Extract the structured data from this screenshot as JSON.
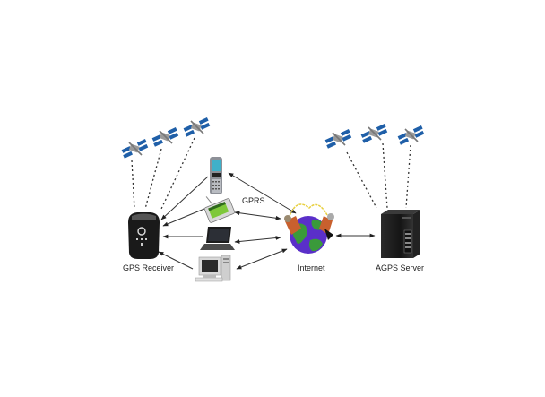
{
  "diagram": {
    "title": "",
    "nodes": {
      "gps_receiver": {
        "label": "GPS Receiver",
        "icon": "gps-receiver-device"
      },
      "agps_server": {
        "label": "AGPS Server",
        "icon": "tower-server"
      },
      "internet": {
        "label": "Internet",
        "icon": "globe-with-people"
      },
      "mobile_phone": {
        "label": "",
        "icon": "mobile-phone"
      },
      "pda": {
        "label": "",
        "icon": "pda-handheld"
      },
      "laptop": {
        "label": "",
        "icon": "laptop"
      },
      "desktop": {
        "label": "",
        "icon": "desktop-computer"
      },
      "satellites_left": {
        "count": 3,
        "icon": "satellite"
      },
      "satellites_right": {
        "count": 3,
        "icon": "satellite"
      }
    },
    "link_labels": {
      "gprs": "GPRS"
    },
    "edges": [
      {
        "from": "satellites_left",
        "to": "gps_receiver",
        "style": "dotted",
        "count": 3
      },
      {
        "from": "satellites_right",
        "to": "agps_server",
        "style": "dotted",
        "count": 3
      },
      {
        "from": "mobile_phone",
        "to": "gps_receiver",
        "style": "solid-arrow"
      },
      {
        "from": "pda",
        "to": "gps_receiver",
        "style": "solid-arrow"
      },
      {
        "from": "laptop",
        "to": "gps_receiver",
        "style": "solid-arrow"
      },
      {
        "from": "desktop",
        "to": "gps_receiver",
        "style": "solid-arrow"
      },
      {
        "from": "mobile_phone",
        "to": "internet",
        "style": "bidirectional-arrow"
      },
      {
        "from": "pda",
        "to": "internet",
        "style": "bidirectional-arrow"
      },
      {
        "from": "laptop",
        "to": "internet",
        "style": "bidirectional-arrow"
      },
      {
        "from": "desktop",
        "to": "internet",
        "style": "bidirectional-arrow"
      },
      {
        "from": "internet",
        "to": "agps_server",
        "style": "bidirectional-arrow"
      }
    ],
    "colors": {
      "satellite_panel": "#1f5fa8",
      "globe_ocean": "#5a2fc9",
      "globe_land": "#3a9a3a",
      "arc": "#e8d040",
      "device_dark": "#1a1a1a",
      "line": "#333333"
    }
  }
}
